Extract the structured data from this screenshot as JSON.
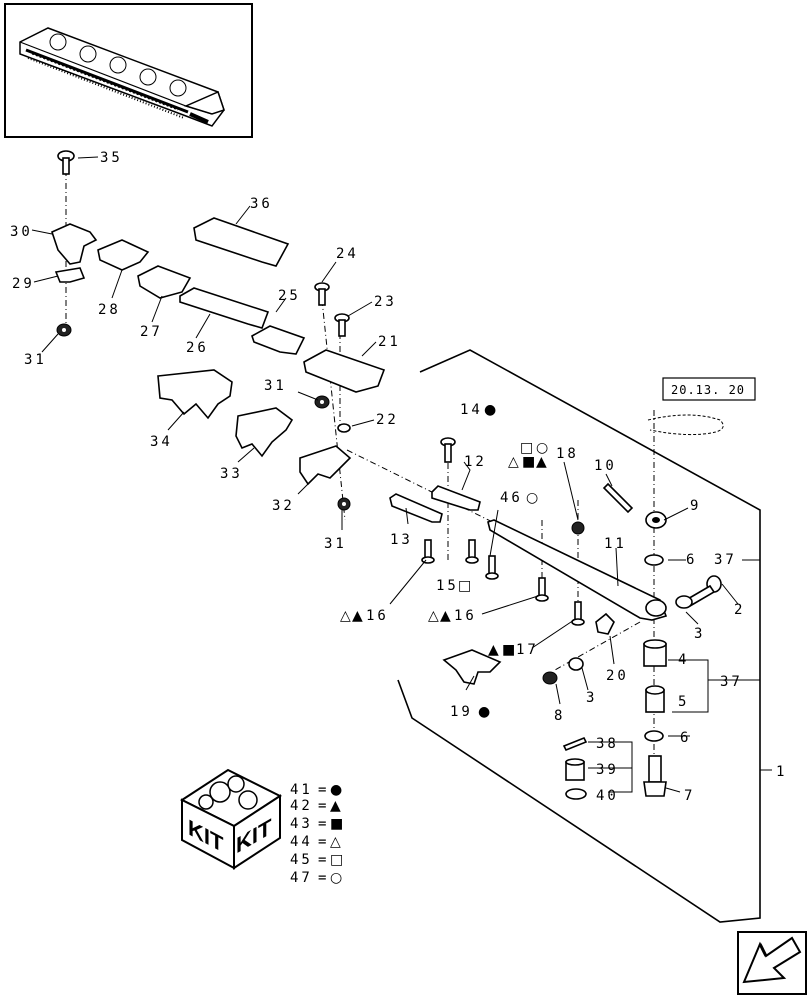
{
  "diagram": {
    "reference_box": "20.13. 20",
    "callouts": {
      "c35": "35",
      "c30": "30",
      "c29": "29",
      "c31a": "31",
      "c28": "28",
      "c27": "27",
      "c26": "26",
      "c36": "36",
      "c25": "25",
      "c24": "24",
      "c23": "23",
      "c21": "21",
      "c31b": "31",
      "c22": "22",
      "c34": "34",
      "c33": "33",
      "c32": "32",
      "c31c": "31",
      "c14": "14",
      "c12": "12",
      "c18": "18",
      "c10": "10",
      "c13": "13",
      "c46": "46",
      "c11": "11",
      "c9": "9",
      "c6a": "6",
      "c37a": "37",
      "c15": "15",
      "c16a": "16",
      "c16b": "16",
      "c2": "2",
      "c3a": "3",
      "c17": "17",
      "c20": "20",
      "c4": "4",
      "c37b": "37",
      "c8": "8",
      "c3b": "3",
      "c5": "5",
      "c1": "1",
      "c19": "19",
      "c6b": "6",
      "c38": "38",
      "c39": "39",
      "c40": "40",
      "c7": "7"
    }
  },
  "legend": {
    "kit_label_left": "KIT",
    "kit_label_right": "KIT",
    "items": [
      {
        "number": "41",
        "eq": "=",
        "symbol": "●"
      },
      {
        "number": "42",
        "eq": "=",
        "symbol": "▲"
      },
      {
        "number": "43",
        "eq": "=",
        "symbol": "■"
      },
      {
        "number": "44",
        "eq": "=",
        "symbol": "△"
      },
      {
        "number": "45",
        "eq": "=",
        "symbol": "□"
      },
      {
        "number": "47",
        "eq": "=",
        "symbol": "○"
      }
    ]
  },
  "icons": {
    "thumbnail": "header-assembly-thumbnail",
    "navigation": "previous-page-arrow-icon",
    "kit": "kit-box-icon"
  }
}
